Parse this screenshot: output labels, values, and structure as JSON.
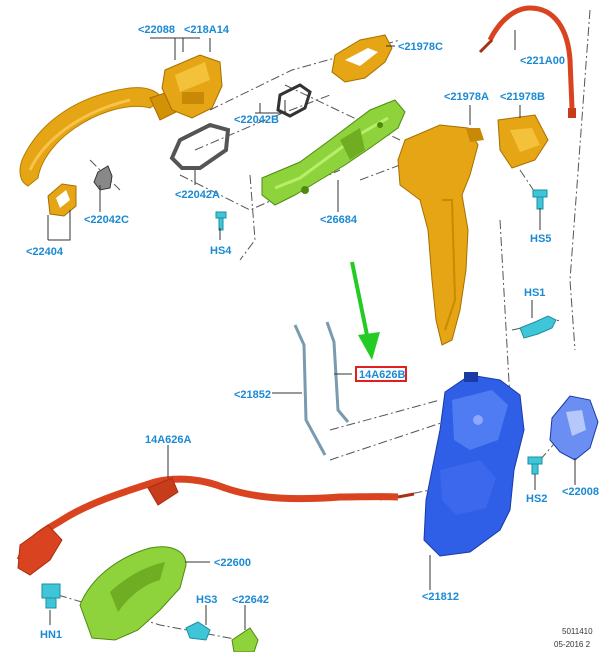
{
  "diagram": {
    "colors": {
      "label": "#1a8ad4",
      "orange": "#e6a514",
      "green": "#8fd33c",
      "blue": "#2f5fe6",
      "red": "#d9431f",
      "cyan": "#3ec6d8",
      "highlight": "#e02020",
      "arrow": "#22cc22"
    },
    "labels": {
      "p22088": "<22088",
      "p218A14": "<218A14",
      "p21978C": "<21978C",
      "p221A00": "<221A00",
      "p21978A": "<21978A",
      "p21978B": "<21978B",
      "p22042B": "<22042B",
      "p22042A": "<22042A",
      "p22042C": "<22042C",
      "p22404": "<22404",
      "p26684": "<26684",
      "HS4": "HS4",
      "HS5": "HS5",
      "HS1": "HS1",
      "p14A626B": "14A626B",
      "p21852": "<21852",
      "p14A626A": "14A626A",
      "HS2": "HS2",
      "p22008": "<22008",
      "p22600": "<22600",
      "HS3": "HS3",
      "p22642": "<22642",
      "HN1": "HN1",
      "p21812": "<21812"
    },
    "footer": {
      "code": "5011410",
      "date": "05-2016 2"
    }
  }
}
